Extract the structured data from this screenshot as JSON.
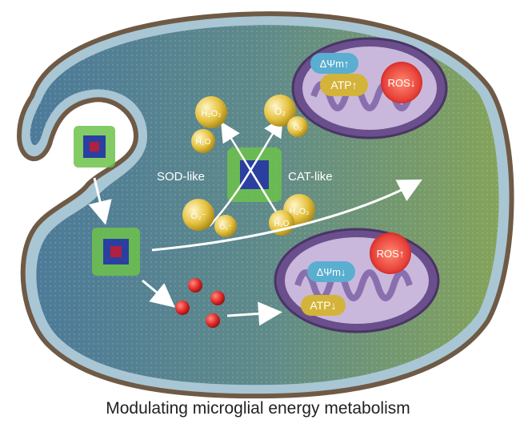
{
  "caption": "Modulating microglial energy metabolism",
  "enzyme_labels": {
    "sod": "SOD-like",
    "cat": "CAT-like"
  },
  "molecules": {
    "h2o2": "H₂O₂",
    "h2o": "H₂O",
    "o2": "O₂",
    "o2_superoxide": "O₂⁻"
  },
  "mito_top": {
    "membrane_potential": "ΔΨm↑",
    "atp": "ATP↑",
    "ros": "ROS↓"
  },
  "mito_bottom": {
    "membrane_potential": "ΔΨm↓",
    "atp": "ATP↓",
    "ros": "ROS↑"
  },
  "colors": {
    "cytoplasm_left": "#4f7f9e",
    "cytoplasm_right": "#7fa05a",
    "membrane": "#9fbfcf",
    "mito_outer": "#6a4f8c",
    "mito_inner": "#c9b8dc",
    "atp_badge": "#d4b33a",
    "ros_badge": "#e8423a",
    "potential_badge": "#5aaed0",
    "molecule_bubble": "#e6c240",
    "particle_red": "#e02a2a",
    "nanozyme_shell": "#6cc24a",
    "nanozyme_core": "#2a3fa0"
  }
}
